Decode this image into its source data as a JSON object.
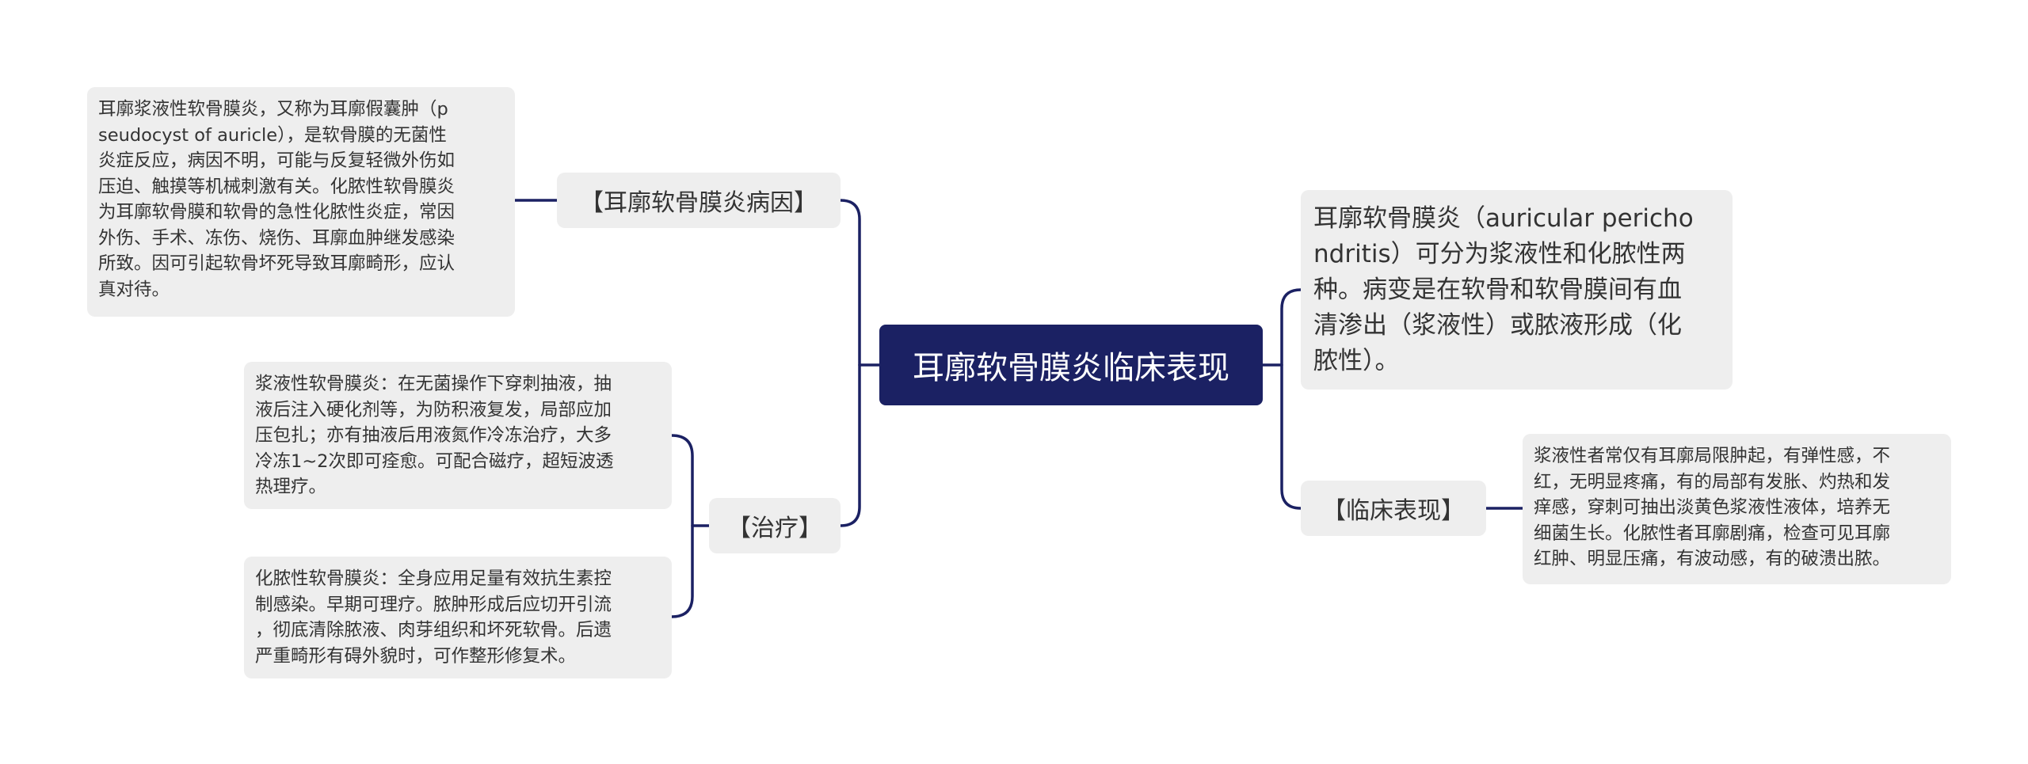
{
  "colors": {
    "root_bg": "#1b2163",
    "node_bg": "#eeeeee",
    "line": "#1b2163",
    "text": "#333333"
  },
  "root": {
    "label": "耳廓软骨膜炎临床表现"
  },
  "cause": {
    "label": "【耳廓软骨膜炎病因】",
    "text": "耳廓浆液性软骨膜炎，又称为耳廓假囊肿（p\nseudocyst of auricle），是软骨膜的无菌性\n炎症反应，病因不明，可能与反复轻微外伤如\n压迫、触摸等机械刺激有关。化脓性软骨膜炎\n为耳廓软骨膜和软骨的急性化脓性炎症，常因\n外伤、手术、冻伤、烧伤、耳廓血肿继发感染\n所致。因可引起软骨坏死导致耳廓畸形，应认\n真对待。"
  },
  "treatment": {
    "label": "【治疗】",
    "serous": "浆液性软骨膜炎：在无菌操作下穿刺抽液，抽\n液后注入硬化剂等，为防积液复发，局部应加\n压包扎；亦有抽液后用液氮作冷冻治疗，大多\n冷冻1~2次即可痊愈。可配合磁疗，超短波透\n热理疗。",
    "purulent": "化脓性软骨膜炎：全身应用足量有效抗生素控\n制感染。早期可理疗。脓肿形成后应切开引流\n，彻底清除脓液、肉芽组织和坏死软骨。后遗\n严重畸形有碍外貌时，可作整形修复术。"
  },
  "description": {
    "text": "耳廓软骨膜炎（auricular pericho\nndritis）可分为浆液性和化脓性两\n种。病变是在软骨和软骨膜间有血\n清渗出（浆液性）或脓液形成（化\n脓性）。"
  },
  "clinical": {
    "label": "【临床表现】",
    "text": "浆液性者常仅有耳廓局限肿起，有弹性感，不\n红，无明显疼痛，有的局部有发胀、灼热和发\n痒感，穿刺可抽出淡黄色浆液性液体，培养无\n细菌生长。化脓性者耳廓剧痛，检查可见耳廓\n红肿、明显压痛，有波动感，有的破溃出脓。"
  }
}
